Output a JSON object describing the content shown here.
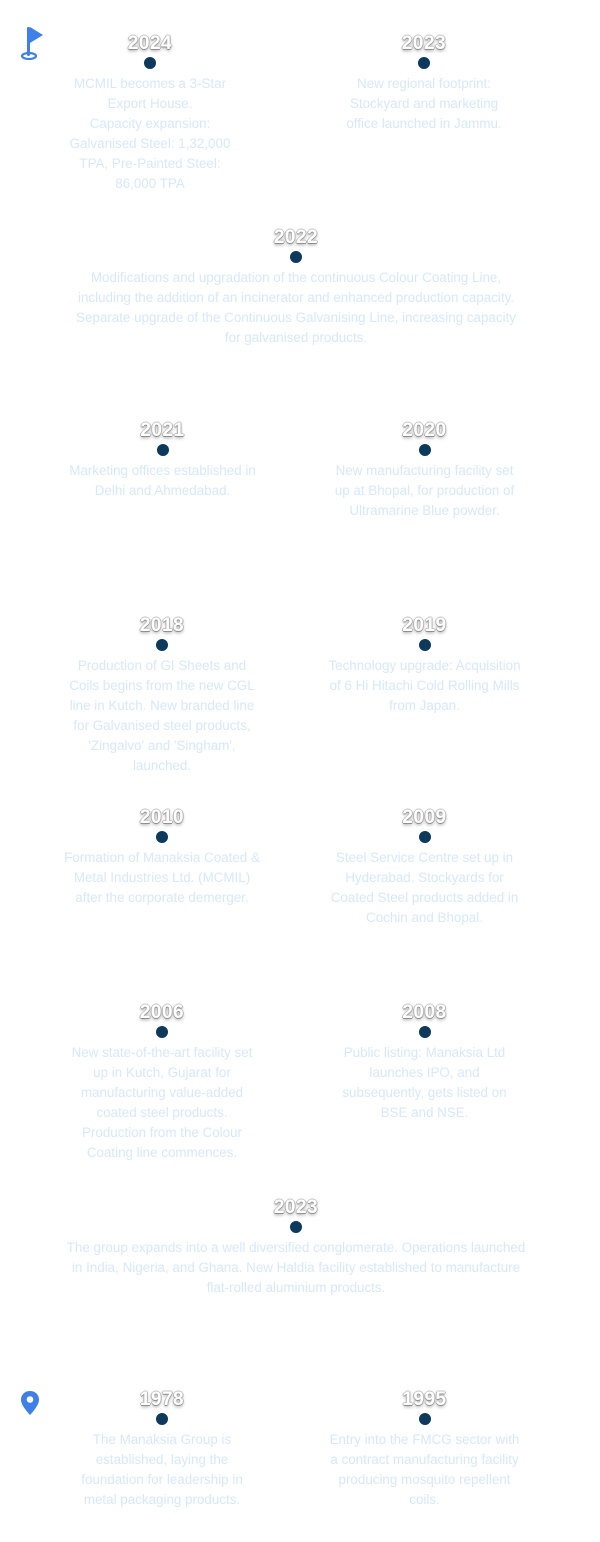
{
  "icons": {
    "start": "flag-icon",
    "end": "location-pin-icon"
  },
  "colors": {
    "icon": "#3f7fe8",
    "dot": "#0d3a5c",
    "description": "#d7e8fa",
    "year": "#ffffff"
  },
  "entries": [
    {
      "year": "2024",
      "text": "MCMIL becomes a 3-Star Export House.\nCapacity expansion: Galvanised Steel: 1,32,000 TPA, Pre-Painted Steel: 86,000 TPA"
    },
    {
      "year": "2023",
      "text": "New regional footprint: Stockyard and marketing office launched in Jammu."
    },
    {
      "year": "2022",
      "text": "Modifications and upgradation of the continuous Colour Coating Line, including the addition of an incinerator and enhanced production capacity. Separate upgrade of the Continuous Galvanising Line, increasing capacity for galvanised products."
    },
    {
      "year": "2021",
      "text": "Marketing offices established in Delhi and Ahmedabad."
    },
    {
      "year": "2020",
      "text": "New manufacturing facility set up at Bhopal, for production of Ultramarine Blue powder."
    },
    {
      "year": "2018",
      "text": "Production of GI Sheets and Coils begins from the new CGL line in Kutch. New branded line for Galvanised steel products, 'Zingalvo' and 'Singham', launched."
    },
    {
      "year": "2019",
      "text": "Technology upgrade: Acquisition of 6 Hi Hitachi Cold Rolling Mills from Japan."
    },
    {
      "year": "2010",
      "text": "Formation of Manaksia Coated & Metal Industries Ltd. (MCMIL) after the corporate demerger."
    },
    {
      "year": "2009",
      "text": "Steel Service Centre set up in Hyderabad. Stockyards for Coated Steel products added in Cochin and Bhopal."
    },
    {
      "year": "2006",
      "text": "New state-of-the-art facility set up in Kutch, Gujarat for manufacturing value-added coated steel products. Production from the Colour Coating line commences."
    },
    {
      "year": "2008",
      "text": "Public listing: Manaksia Ltd launches IPO, and subsequently, gets listed on BSE and NSE."
    },
    {
      "year": "2023",
      "text": "The group expands into a well diversified conglomerate. Operations launched in India, Nigeria, and Ghana. New Haldia facility established to manufacture flat-rolled aluminium products."
    },
    {
      "year": "1978",
      "text": "The Manaksia Group is established, laying the foundation for leadership in metal packaging products."
    },
    {
      "year": "1995",
      "text": "Entry into the FMCG sector with a contract manufacturing facility producing mosquito repellent coils."
    }
  ]
}
